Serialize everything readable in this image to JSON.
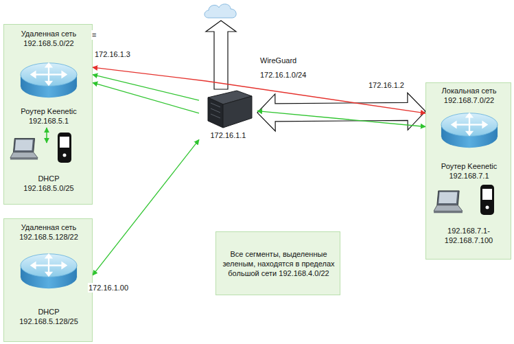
{
  "diagram": {
    "nodes": [
      {
        "text": [
          "Удаленная сеть 192.168.5.0/22",
          "Роутер Keenetic 192.168.5.1",
          "DHCP 192.168.5.0/25"
        ]
      },
      {
        "text": [
          "Удаленная сеть 192.168.5.128/22",
          "DHCP 192.168.5.128/25"
        ]
      },
      {
        "text": [
          "172.16.1.1"
        ]
      },
      {
        "text": [
          "Локальная сеть 192.168.7.0/22",
          "Роутер Keenetic 192.168.7.1",
          "192.168.7.1- 192.168.7.100"
        ]
      },
      {
        "text": [
          "Все сегменты, выделенные зеленым, находятся в пределах большой сети 192.168.4.0/22"
        ]
      }
    ],
    "edges": [
      {
        "from": 2,
        "to": 0,
        "arrow": "to"
      },
      {
        "from": 2,
        "to": 0,
        "arrow": "to"
      },
      {
        "from": 3,
        "to": 0,
        "arrow": "both"
      },
      {
        "from": 2,
        "to": 3,
        "arrow": "both"
      },
      {
        "from": 2,
        "to": 3,
        "arrow": "both"
      },
      {
        "from": 2,
        "to": 1,
        "arrow": "both"
      }
    ],
    "labels": [
      "=",
      "172.16.1.3",
      "WireGuard",
      "172.16.1.0/24",
      "172.16.1.2",
      "172.16.1.00"
    ]
  }
}
